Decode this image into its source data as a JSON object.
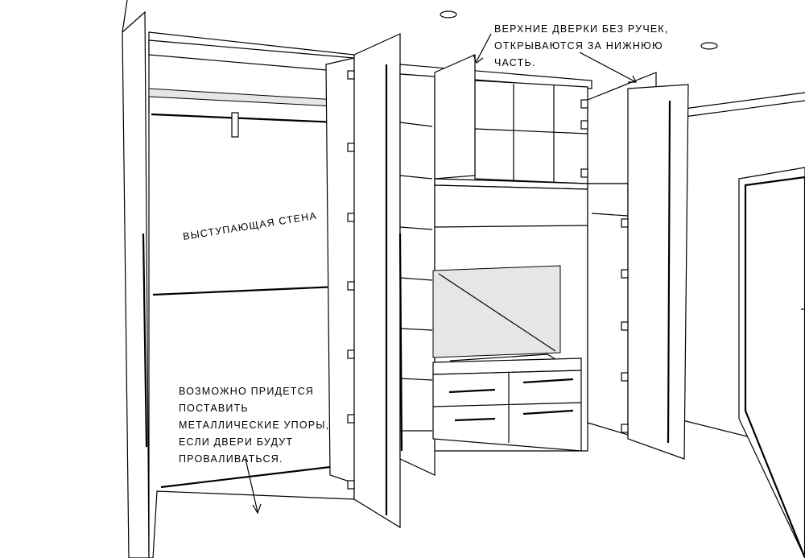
{
  "annotations": {
    "top_doors": [
      "ВЕРХНИЕ ДВЕРКИ БЕЗ РУЧЕК,",
      "ОТКРЫВАЮТСЯ ЗА НИЖНЮЮ",
      "ЧАСТЬ."
    ],
    "protruding_wall": "ВЫСТУПАЮЩАЯ СТЕНА",
    "metal_stops": [
      "ВОЗМОЖНО ПРИДЕТСЯ",
      "ПОСТАВИТЬ",
      "МЕТАЛЛИЧЕСКИЕ УПОРЫ,",
      "ЕСЛИ ДВЕРИ БУДУТ",
      "ПРОВАЛИВАТЬСЯ."
    ]
  }
}
